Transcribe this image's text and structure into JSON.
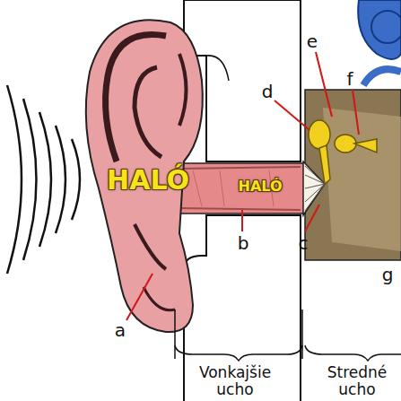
{
  "diagram": {
    "labels": [
      "HALÓ",
      "HALÓ",
      "a",
      "b",
      "c",
      "d",
      "e",
      "f",
      "g",
      "Vonkajšie ucho",
      "Stredné ucho"
    ]
  }
}
